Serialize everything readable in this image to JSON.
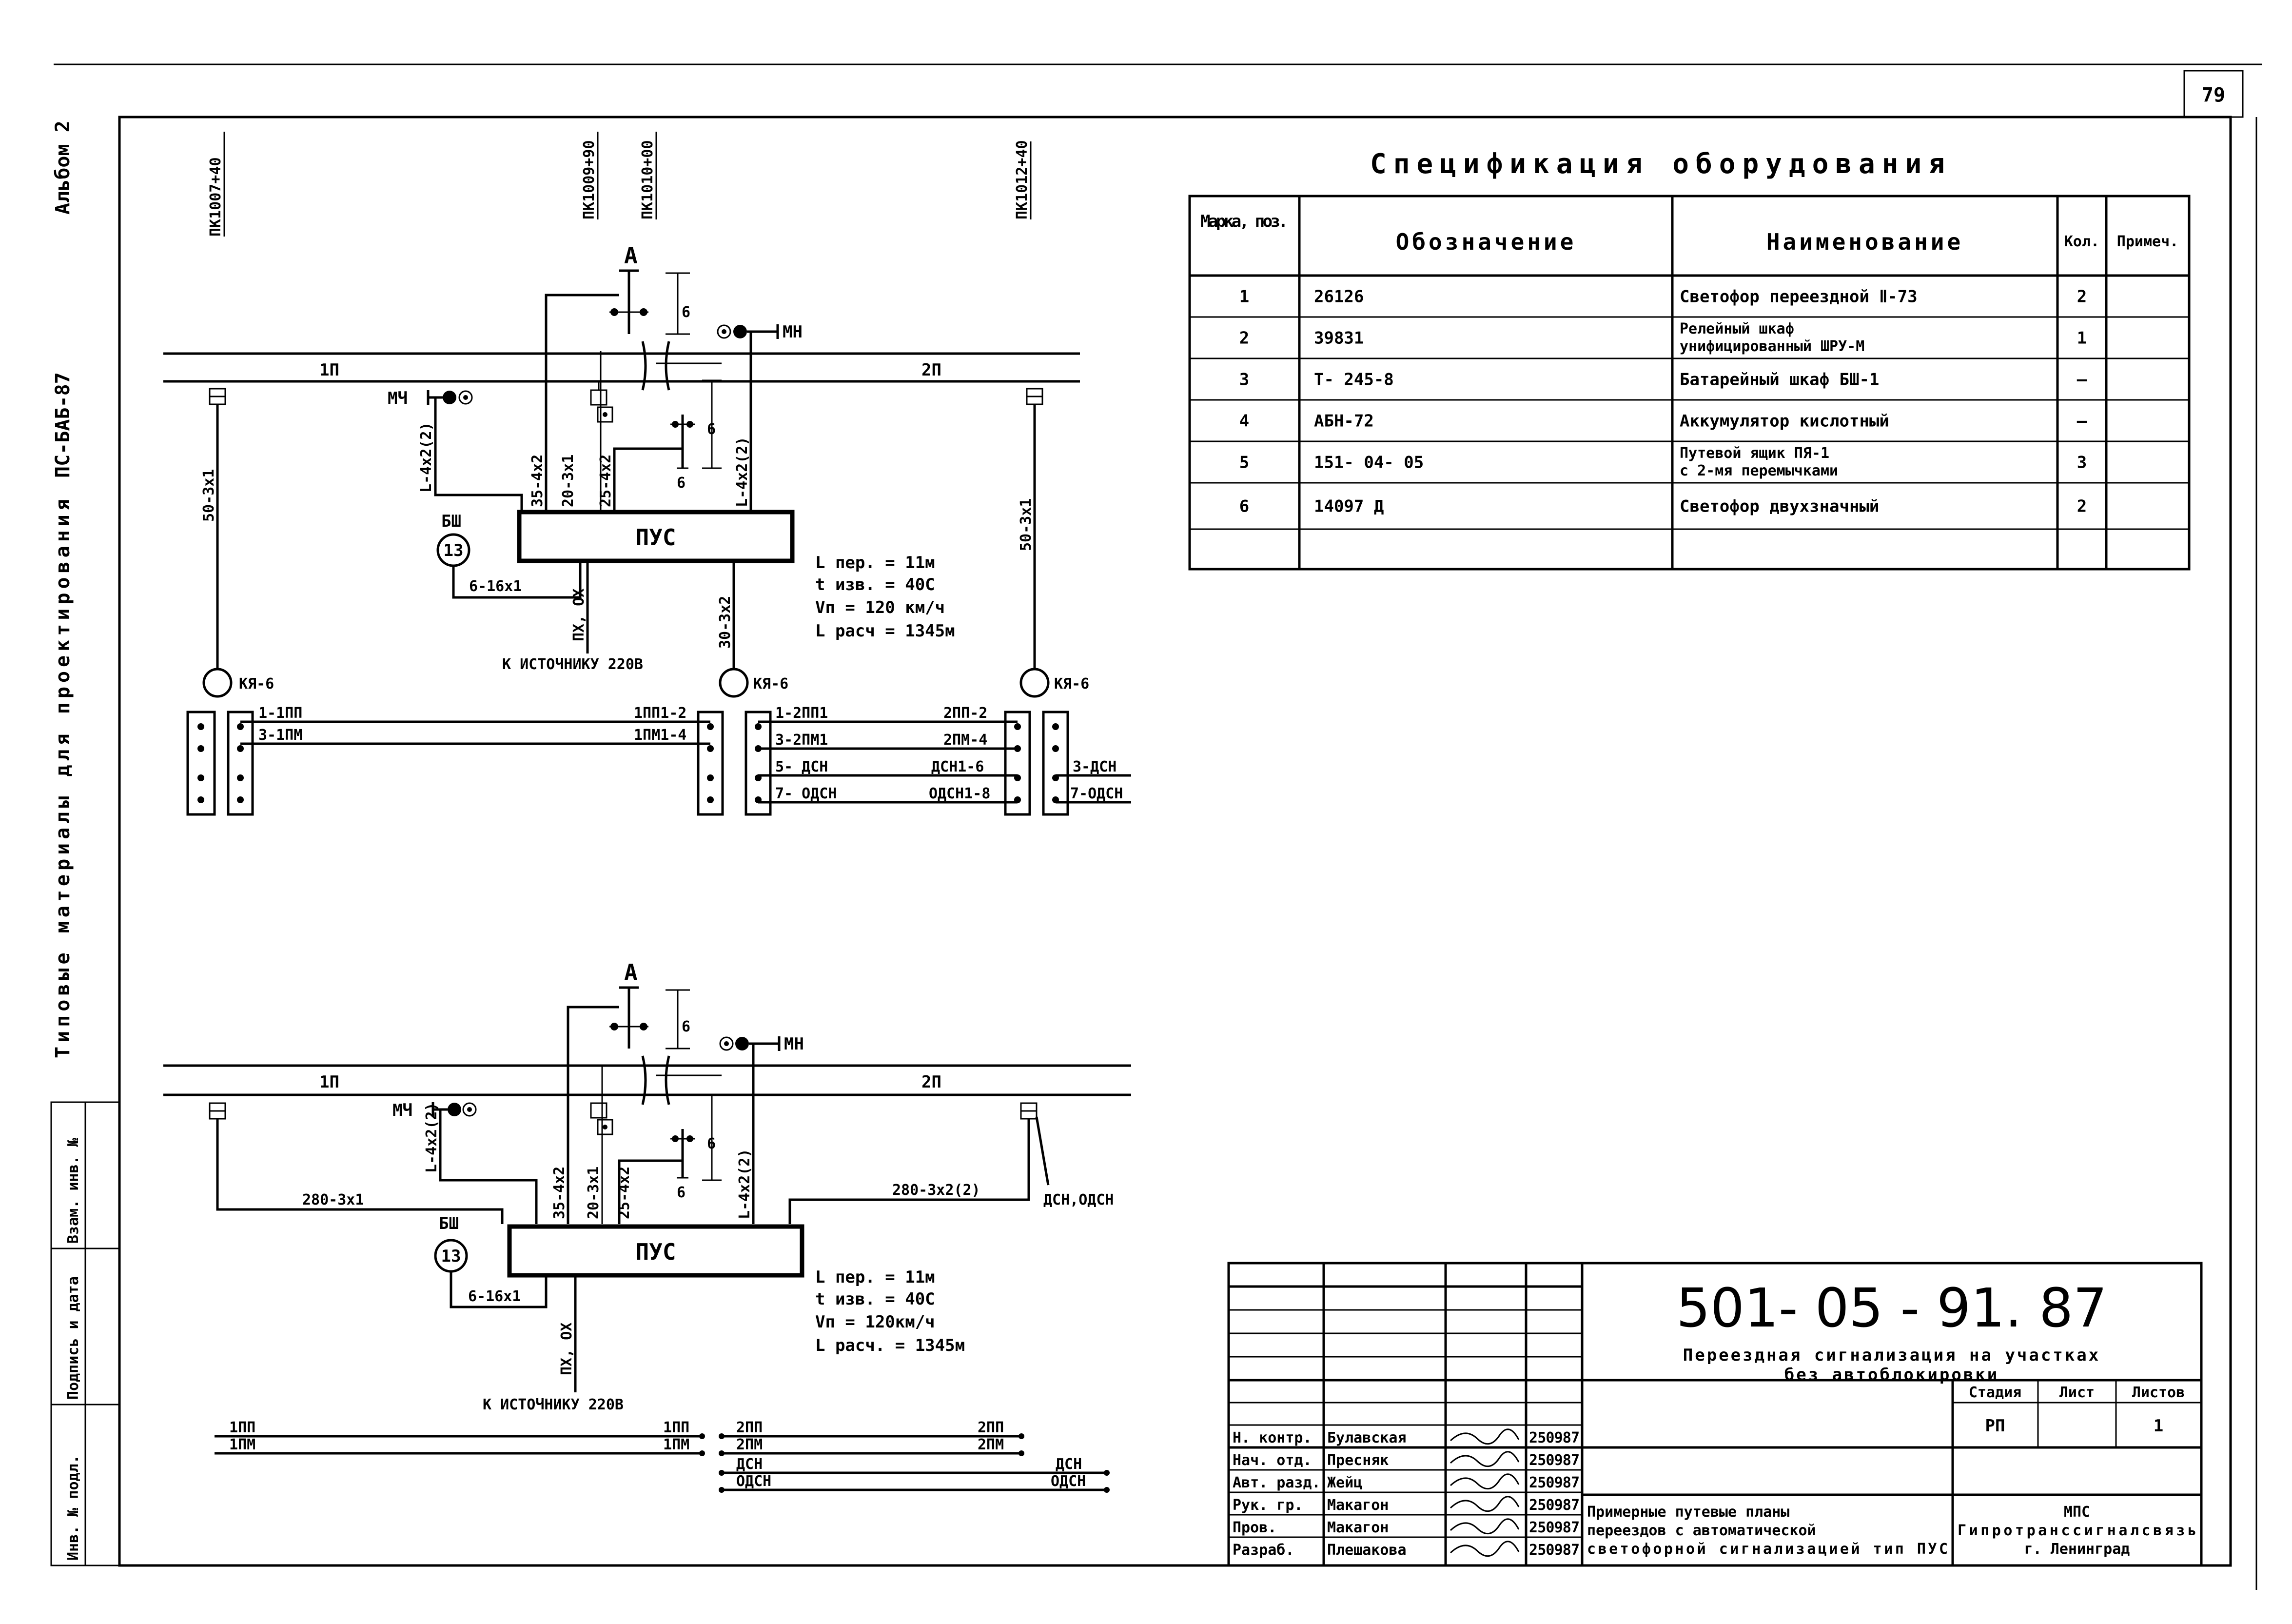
{
  "page_number": "79",
  "left_margin": {
    "album": "Альбом 2",
    "code": "ПС-БАБ-87",
    "series": "Типовые материалы для проектирования",
    "stamp_cells": [
      "Инв. № подл.",
      "Подпись и дата",
      "Взам. инв. №"
    ]
  },
  "diagram1": {
    "pickets": [
      "ПК1007+40",
      "ПК1009+90",
      "ПК1010+00",
      "ПК1012+40"
    ],
    "track_left": "1П",
    "track_right": "2П",
    "label_a": "А",
    "dim_6": "6",
    "label_mn": "МН",
    "label_mch": "МЧ",
    "cab_main": "35-4х2",
    "cab_20": "20-3х1",
    "cab_25": "25-4х2",
    "cab_l_left": "L-4х2(2)",
    "cab_l_right": "L-4х2(2)",
    "cab_50_left": "50-3х1",
    "cab_50_right": "50-3х1",
    "cab_30": "30-3х2",
    "cab_6_16": "6-16х1",
    "cab_px": "ПХ, ОХ",
    "pus": "ПУС",
    "bsh_label": "БШ",
    "bsh_num": "13",
    "source": "К ИСТОЧНИКУ 220В",
    "kya": "КЯ-6",
    "params": [
      "L пер. = 11м",
      "t изв. = 40С",
      "Vп = 120 км/ч",
      "L расч = 1345м"
    ],
    "terminals": {
      "t1_left": [
        "1-1ПП",
        "3-1ПМ"
      ],
      "t1_right": [
        "1ПП1-2",
        "1ПМ1-4"
      ],
      "t2_left": [
        "1-2ПП1",
        "3-2ПМ1",
        "5- ДСН",
        "7- ОДСН"
      ],
      "t2_right": [
        "2ПП-2",
        "2ПМ-4",
        "ДСН1-6",
        "ОДСН1-8"
      ],
      "t3_right": [
        "3-ДСН",
        "7-ОДСН"
      ]
    }
  },
  "diagram2": {
    "track_left": "1П",
    "track_right": "2П",
    "label_a": "А",
    "dim_6": "6",
    "label_mn": "МН",
    "label_mch": "МЧ",
    "cab_main": "35-4х2",
    "cab_20": "20-3х1",
    "cab_25": "25-4х2",
    "cab_l_left": "L-4х2(2)",
    "cab_l_right": "L-4х2(2)",
    "cab_280_left": "280-3х1",
    "cab_280_right": "280-3х2(2)",
    "dsn_odsn": "ДСН,ОДСН",
    "cab_6_16": "6-16х1",
    "cab_px": "ПХ, ОХ",
    "pus": "ПУС",
    "bsh_label": "БШ",
    "bsh_num": "13",
    "source": "К ИСТОЧНИКУ 220В",
    "params": [
      "L пер. = 11м",
      "t изв. = 40С",
      "Vп = 120км/ч",
      "L расч. = 1345м"
    ],
    "wires_left": [
      "1ПП",
      "1ПМ"
    ],
    "wires_mid": [
      "2ПП",
      "2ПМ",
      "ДСН",
      "ОДСН"
    ],
    "wires_right_dsn": [
      "ДСН",
      "ОДСН"
    ]
  },
  "spec": {
    "title": "Спецификация оборудования",
    "headers": [
      "Марка, поз.",
      "Обозначение",
      "Наименование",
      "Кол.",
      "Примеч."
    ],
    "rows": [
      {
        "pos": "1",
        "des": "26126",
        "name": [
          "Светофор переездной Ⅱ-73"
        ],
        "qty": "2",
        "note": ""
      },
      {
        "pos": "2",
        "des": "39831",
        "name": [
          "Релейный шкаф",
          "унифицированный ШРУ-М"
        ],
        "qty": "1",
        "note": ""
      },
      {
        "pos": "3",
        "des": "Т- 245-8",
        "name": [
          "Батарейный шкаф БШ-1"
        ],
        "qty": "–",
        "note": ""
      },
      {
        "pos": "4",
        "des": "АБН-72",
        "name": [
          "Аккумулятор кислотный"
        ],
        "qty": "–",
        "note": ""
      },
      {
        "pos": "5",
        "des": "151- 04- 05",
        "name": [
          "Путевой ящик ПЯ-1",
          "с 2-мя перемычками"
        ],
        "qty": "3",
        "note": ""
      },
      {
        "pos": "6",
        "des": "14097 Д",
        "name": [
          "Светофор двухзначный"
        ],
        "qty": "2",
        "note": ""
      }
    ]
  },
  "title_block": {
    "doc_code": "501- 05 - 91. 87",
    "subject": [
      "Переездная сигнализация на участках",
      "без автоблокировки"
    ],
    "stage_headers": [
      "Стадия",
      "Лист",
      "Листов"
    ],
    "stage": "РП",
    "sheet": "",
    "sheets": "1",
    "people": [
      {
        "role": "Н. контр.",
        "name": "Булавская",
        "date": "250987"
      },
      {
        "role": "Нач. отд.",
        "name": "Пресняк",
        "date": "250987"
      },
      {
        "role": "Авт. разд.",
        "name": "Жейц",
        "date": "250987"
      },
      {
        "role": "Рук. гр.",
        "name": "Макагон",
        "date": "250987"
      },
      {
        "role": "Пров.",
        "name": "Макагон",
        "date": "250987"
      },
      {
        "role": "Разраб.",
        "name": "Плешакова",
        "date": "250987"
      }
    ],
    "sheet_title": [
      "Примерные путевые планы",
      "переездов с автоматической",
      "светофорной сигнализацией тип ПУС"
    ],
    "org": [
      "МПС",
      "Гипротранссигналсвязь",
      "г. Ленинград"
    ]
  }
}
